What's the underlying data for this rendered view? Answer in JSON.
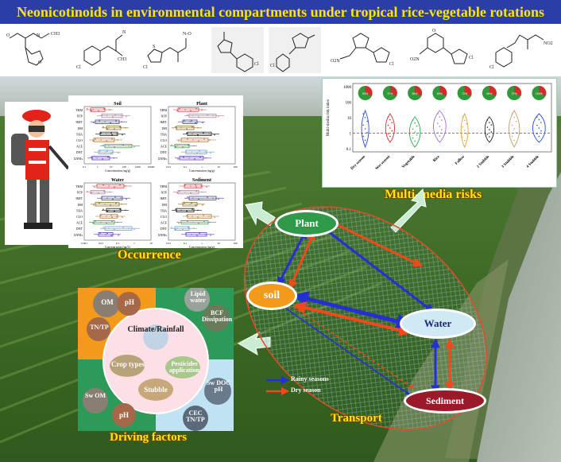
{
  "title": "Neonicotinoids in environmental compartments under tropical rice-vegetable rotations",
  "structures": [
    "dinotefuran",
    "acetamiprid",
    "clothianidin",
    "thiacloprid",
    "thiamethoxam-like",
    "imidacloprid",
    "thiamethoxam",
    "nitenpyram"
  ],
  "occurrence": {
    "label": "Occurrence",
    "panels": [
      {
        "title": "Soil",
        "xlabel": "Concentration (ng/g)",
        "ticks": [
          "0.1",
          "1",
          "10",
          "100",
          "1000",
          "10000"
        ]
      },
      {
        "title": "Plant",
        "xlabel": "Concentration (ng/g)",
        "ticks": [
          "0.01",
          "0.1",
          "1",
          "10",
          "100"
        ]
      },
      {
        "title": "Water",
        "xlabel": "Concentration (ng/L)",
        "ticks": [
          "0.001",
          "0.01",
          "0.1",
          "1",
          "10"
        ]
      },
      {
        "title": "Sediment",
        "xlabel": "Concentration (ng/g)",
        "ticks": [
          "0.01",
          "0.1",
          "1",
          "10",
          "100"
        ]
      }
    ],
    "compounds": [
      "THM",
      "NTP",
      "IMIT",
      "IMI",
      "THA",
      "CLO",
      "ACE",
      "DNT",
      "ΣNNIs"
    ],
    "compound_colors": [
      "#d43a3a",
      "#e06b9b",
      "#3a3ab5",
      "#8b6b2b",
      "#1a1a1a",
      "#b06b2b",
      "#2ba84a",
      "#6b9bd4",
      "#5a3ab5"
    ]
  },
  "risks": {
    "label": "Multi-media risks",
    "ylabel": "Multi-media risk index",
    "yticks": [
      "1000",
      "100",
      "10",
      "1",
      "0.1"
    ],
    "categories": [
      "Dry season",
      "Wet season",
      "Vegetable",
      "Rice",
      "Fallow",
      "2 Stubble",
      "3 Stubble",
      "4 Stubble"
    ],
    "violin_colors": [
      "#2b4bd4",
      "#d42b2b",
      "#2ba84a",
      "#9b6bd4",
      "#e6a23c",
      "#1a1a1a",
      "#c49b6b",
      "#2b4bd4"
    ],
    "pie_labels": [
      "63%",
      "37%",
      "84%",
      "69%",
      "72%",
      "66%",
      "37%",
      "100%"
    ]
  },
  "transport": {
    "label": "Transport",
    "nodes": {
      "plant": "Plant",
      "soil": "soil",
      "water": "Water",
      "sediment": "Sediment"
    },
    "legend": {
      "rainy": "Rainy seasons",
      "dry": "Dry season"
    },
    "colors": {
      "rainy": "#2430d6",
      "dry": "#f04a1a"
    }
  },
  "drivers": {
    "label": "Driving factors",
    "center_top": "Climate/Rainfall",
    "center_items": [
      "Crop types",
      "Pesticides application",
      "Stubble"
    ],
    "quadrants": {
      "top_left": [
        "OM",
        "pH",
        "TN/TP"
      ],
      "top_right": [
        "Lipid water",
        "BCF Dissipation"
      ],
      "bottom_left": [
        "Sw OM",
        "pH"
      ],
      "bottom_right": [
        "Sw DOC pH",
        "CEC TN/TP"
      ]
    }
  }
}
